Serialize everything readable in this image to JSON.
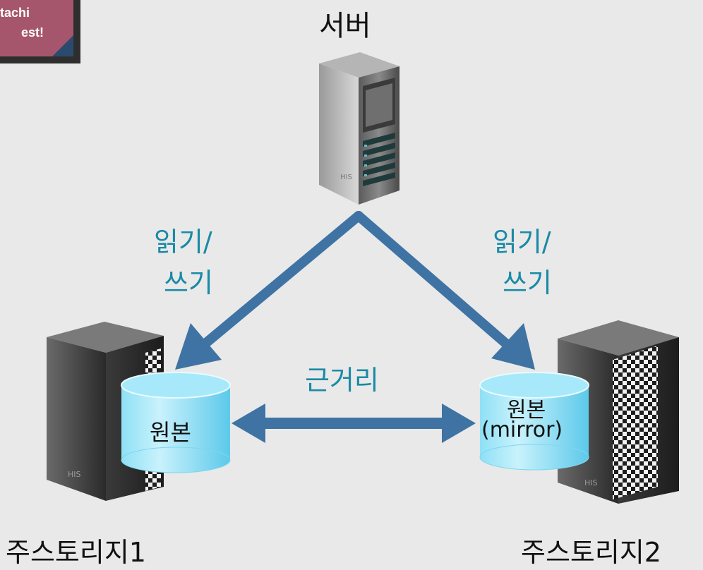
{
  "badge": {
    "line1": "tachi",
    "line2": "est!"
  },
  "server": {
    "title": "서버",
    "logo": "HIS"
  },
  "connections": {
    "left_rw_line1": "읽기/",
    "left_rw_line2": "쓰기",
    "right_rw_line1": "읽기/",
    "right_rw_line2": "쓰기",
    "distance": "근거리"
  },
  "storage1": {
    "name": "주스토리지1",
    "volume": "원본",
    "logo": "HIS"
  },
  "storage2": {
    "name": "주스토리지2",
    "volume": "원본",
    "volume_sub": "(mirror)",
    "logo": "HIS"
  },
  "colors": {
    "arrow": "#3f73a3",
    "label_blue": "#1a8aa6",
    "background": "#e9e9e9",
    "badge": "#a6566c"
  }
}
